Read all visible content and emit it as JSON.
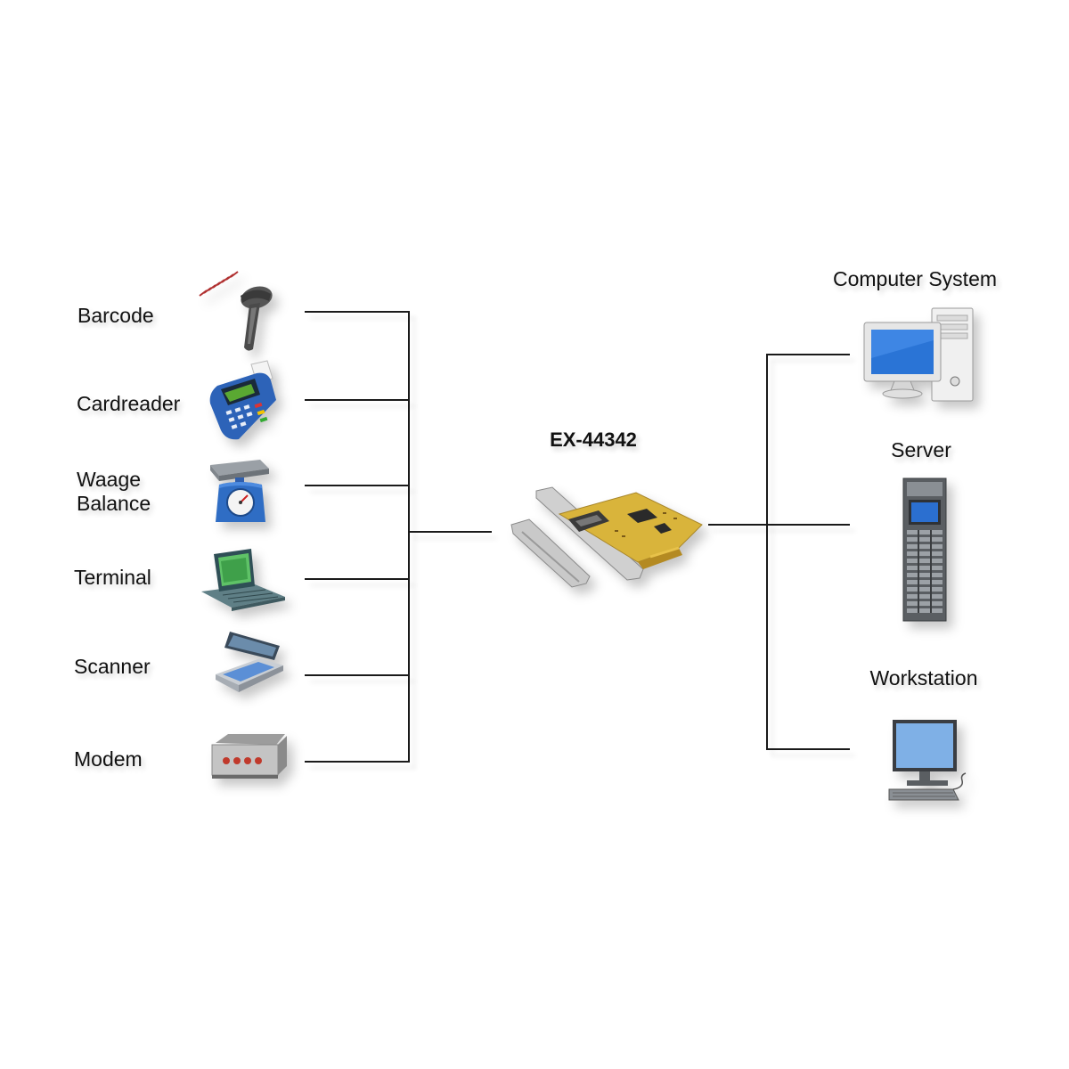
{
  "hub": {
    "label": "EX-44342"
  },
  "devices": [
    {
      "id": "barcode",
      "label": "Barcode",
      "icon": "barcode-scanner-icon"
    },
    {
      "id": "cardreader",
      "label": "Cardreader",
      "icon": "card-terminal-icon"
    },
    {
      "id": "waage",
      "label_line1": "Waage",
      "label_line2": "Balance",
      "icon": "scale-icon"
    },
    {
      "id": "terminal",
      "label": "Terminal",
      "icon": "terminal-icon"
    },
    {
      "id": "scanner",
      "label": "Scanner",
      "icon": "flatbed-scanner-icon"
    },
    {
      "id": "modem",
      "label": "Modem",
      "icon": "modem-icon"
    }
  ],
  "hosts": [
    {
      "id": "computer",
      "label": "Computer System",
      "icon": "desktop-computer-icon"
    },
    {
      "id": "server",
      "label": "Server",
      "icon": "server-rack-icon"
    },
    {
      "id": "workstation",
      "label": "Workstation",
      "icon": "workstation-icon"
    }
  ]
}
